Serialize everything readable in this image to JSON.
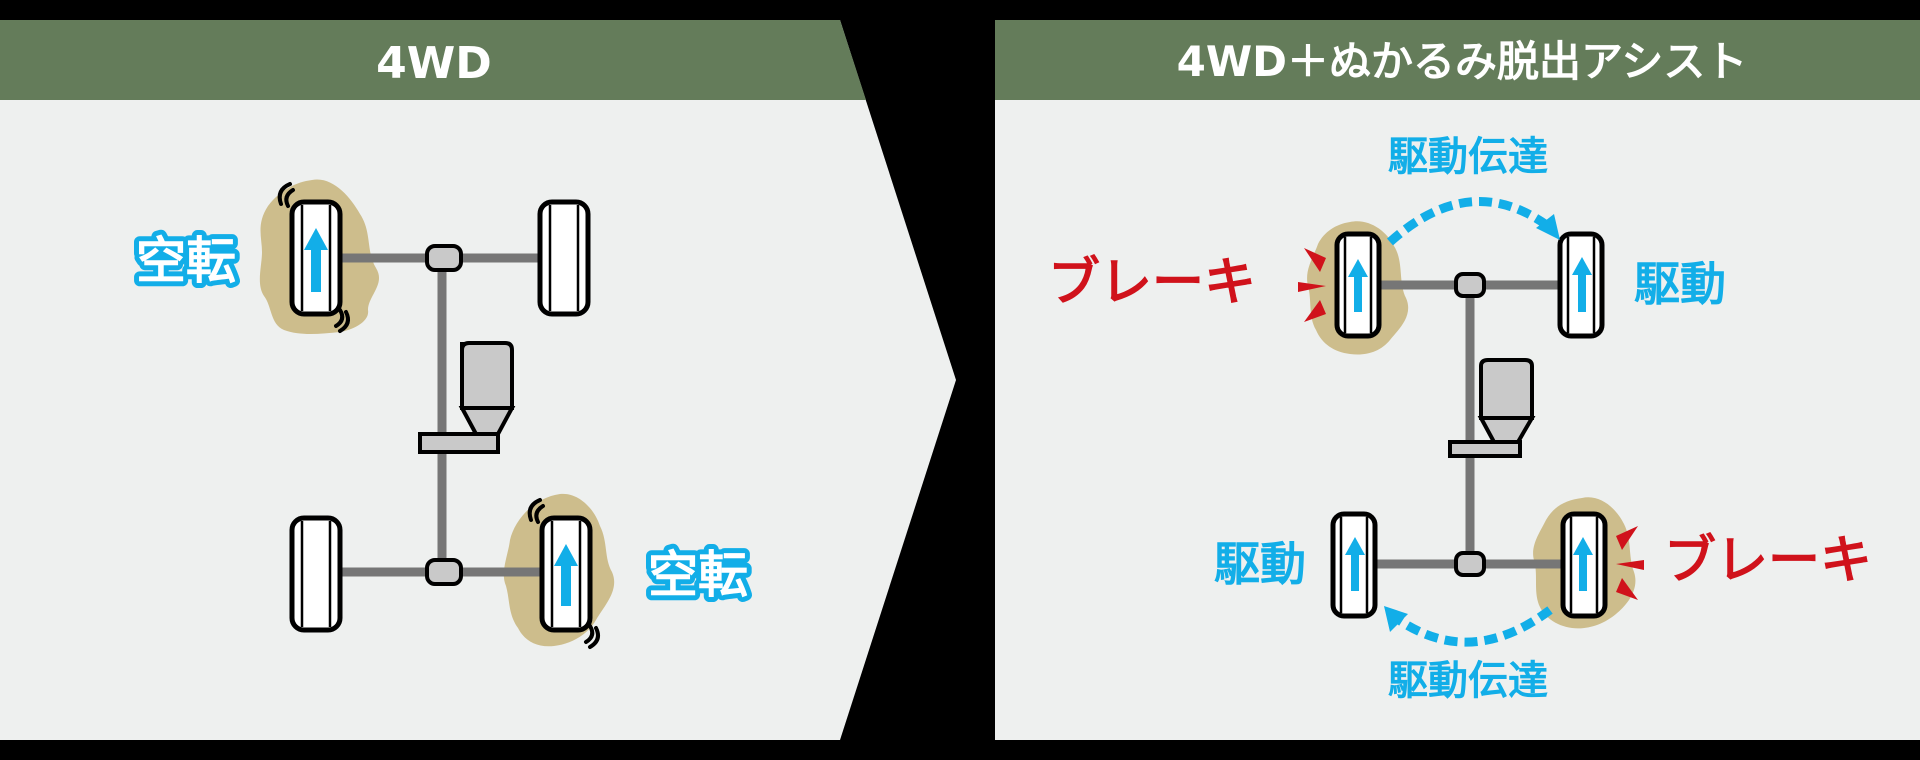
{
  "colors": {
    "background": "#000000",
    "header": "#647c5a",
    "panel": "#eef0ef",
    "mud": "#cdbd8c",
    "accent_blue": "#12aee8",
    "brake_red": "#d0121b",
    "axle_gray": "#767676",
    "component_gray": "#c9c9c9"
  },
  "panels": [
    {
      "id": "left",
      "title": "4WD",
      "labels": {
        "front_left": "空転",
        "rear_right": "空転"
      },
      "wheels": [
        {
          "position": "front-left",
          "state": "spinning",
          "in_mud": true,
          "arrow": "up"
        },
        {
          "position": "front-right",
          "state": "idle",
          "in_mud": false,
          "arrow": null
        },
        {
          "position": "rear-left",
          "state": "idle",
          "in_mud": false,
          "arrow": null
        },
        {
          "position": "rear-right",
          "state": "spinning",
          "in_mud": true,
          "arrow": "up"
        }
      ]
    },
    {
      "id": "right",
      "title": "4WD＋ぬかるみ脱出アシスト",
      "labels": {
        "front_left": "ブレーキ",
        "front_right": "駆動",
        "rear_left": "駆動",
        "rear_right": "ブレーキ",
        "transfer_top": "駆動伝達",
        "transfer_bottom": "駆動伝達"
      },
      "wheels": [
        {
          "position": "front-left",
          "state": "braked",
          "in_mud": true,
          "arrow": "up"
        },
        {
          "position": "front-right",
          "state": "driven",
          "in_mud": false,
          "arrow": "up"
        },
        {
          "position": "rear-left",
          "state": "driven",
          "in_mud": false,
          "arrow": "up"
        },
        {
          "position": "rear-right",
          "state": "braked",
          "in_mud": true,
          "arrow": "up"
        }
      ]
    }
  ],
  "icons": [
    "tire-icon",
    "up-arrow-icon",
    "mud-icon",
    "brake-wedge-icon",
    "spin-mark-icon",
    "engine-icon",
    "differential-icon",
    "dashed-transfer-arrow-icon",
    "chevron-arrow-shape"
  ]
}
